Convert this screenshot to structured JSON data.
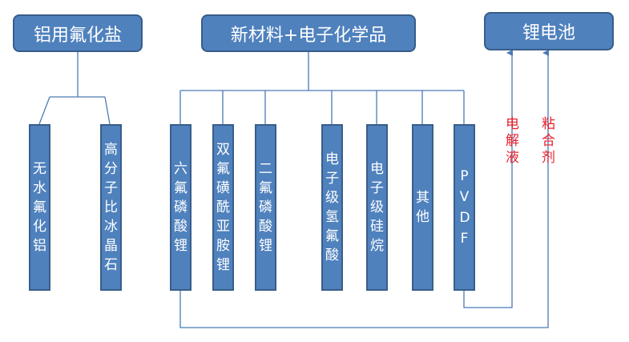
{
  "top_nodes": {
    "aluminum": "铝用氟化盐",
    "new_materials": "新材料+电子化学品",
    "battery": "锂电池"
  },
  "aluminum_children": [
    "无水氟化铝",
    "高分子比冰晶石"
  ],
  "material_children": [
    "六氟磷酸锂",
    "双氟磺酰亚胺锂",
    "二氟磷酸锂",
    "电子级氢氟酸",
    "电子级硅烷",
    "其他",
    "PVDF"
  ],
  "edge_labels": {
    "electrolyte": "电解液",
    "binder": "粘合剂"
  },
  "colors": {
    "box_fill": "#4f81bd",
    "box_border": "#385d8a",
    "line": "#4a7ab5",
    "label": "#e8232e"
  }
}
